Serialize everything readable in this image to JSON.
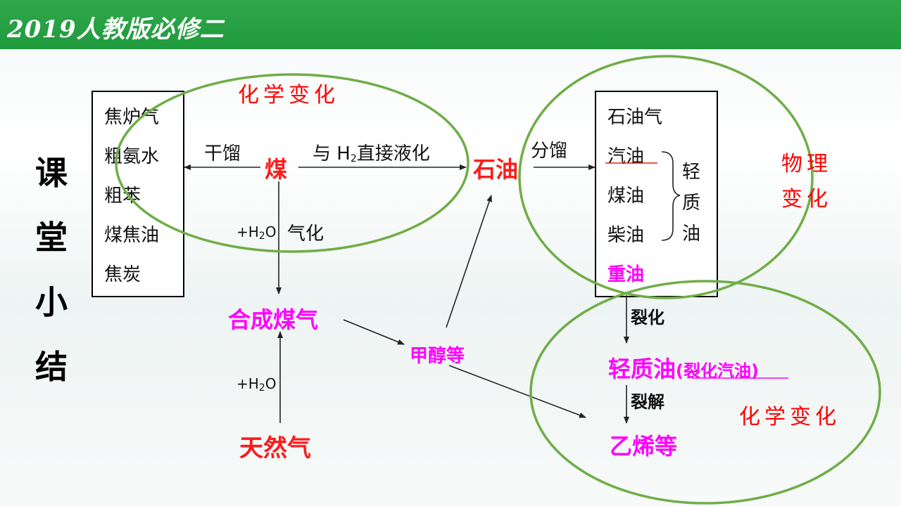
{
  "header": {
    "title": "2019人教版必修二"
  },
  "side_title": [
    "课",
    "堂",
    "小",
    "结"
  ],
  "coal_products": [
    "焦炉气",
    "粗氨水",
    "粗苯",
    "煤焦油",
    "焦炭"
  ],
  "petroleum_fractions": [
    "石油气",
    "汽油",
    "煤油",
    "柴油"
  ],
  "heavy_oil": "重油",
  "light_oil_brace_label": "轻质油",
  "nodes": {
    "coal": "煤",
    "petroleum": "石油",
    "syngas": "合成煤气",
    "natural_gas": "天然气",
    "methanol": "甲醇等",
    "light_oil": "轻质油",
    "cracked_gasoline": "(裂化汽油)",
    "ethylene": "乙烯等"
  },
  "edge_labels": {
    "dry_distillation": "干馏",
    "liquefaction_prefix": "与 H",
    "liquefaction_sub": "2",
    "liquefaction_suffix": "直接液化",
    "fractional_distillation": "分馏",
    "gasification_h2o_prefix": "+H",
    "gasification_h2o_sub": "2",
    "gasification_h2o_suffix": "O",
    "gasification": "气化",
    "natgas_h2o_prefix": "+H",
    "natgas_h2o_sub": "2",
    "natgas_h2o_suffix": "O",
    "cracking": "裂化",
    "pyrolysis": "裂解"
  },
  "region_labels": {
    "chemical_change_1": "化学变化",
    "physical_change_line1": "物理",
    "physical_change_line2": "变化",
    "chemical_change_2": "化学变化"
  },
  "colors": {
    "header_green": "#1f9a3d",
    "ellipse_green": "#70ad47",
    "red": "#ff0000",
    "magenta": "#ff00ff"
  }
}
